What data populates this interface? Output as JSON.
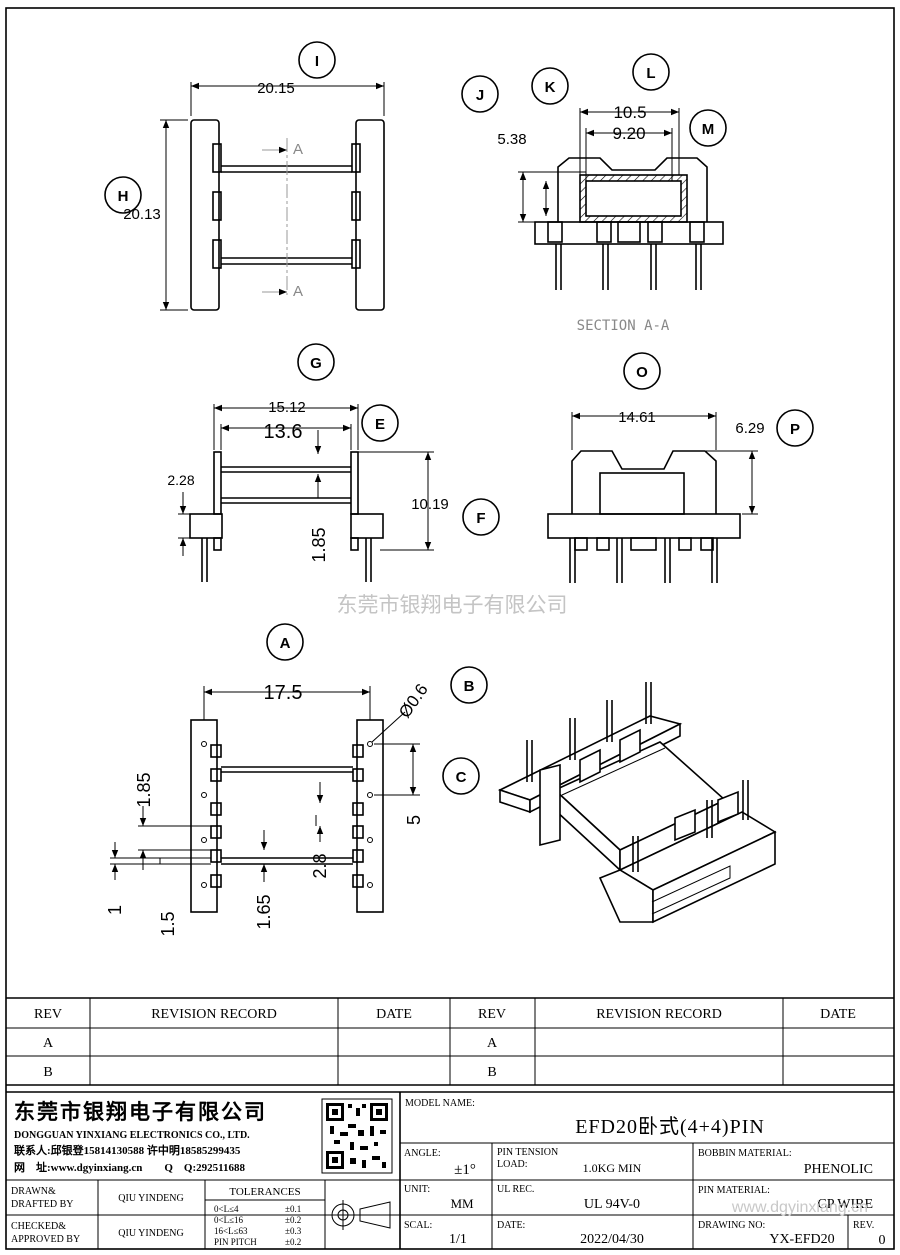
{
  "callouts": {
    "a": "A",
    "b": "B",
    "c": "C",
    "e": "E",
    "f": "F",
    "g": "G",
    "h": "H",
    "i": "I",
    "j": "J",
    "k": "K",
    "l": "L",
    "m": "M",
    "o": "O",
    "p": "P"
  },
  "dims": {
    "top_width": "20.15",
    "top_height": "20.13",
    "section_mark": "A",
    "section_outer": "10.5",
    "section_inner": "9.20",
    "section_height": "5.38",
    "section_label": "SECTION A-A",
    "side_outer": "15.12",
    "side_inner": "13.6",
    "side_pin_offset": "2.28",
    "side_height": "10.19",
    "side_flange": "1.85",
    "front_width": "14.61",
    "front_height": "6.29",
    "bottom_width": "17.5",
    "pin_dia": "Ø0.6",
    "bottom_a": "1.85",
    "bottom_b": "5",
    "bottom_c": "2.8",
    "bottom_d": "1",
    "bottom_e": "1.5",
    "bottom_f": "1.65"
  },
  "watermark": "东莞市银翔电子有限公司",
  "watermark_url": "www.dgyinxiang.cn",
  "revision": {
    "headers": [
      "REV",
      "REVISION RECORD",
      "DATE",
      "REV",
      "REVISION RECORD",
      "DATE"
    ],
    "rows": [
      [
        "A",
        "",
        "",
        "A",
        "",
        ""
      ],
      [
        "B",
        "",
        "",
        "B",
        "",
        ""
      ]
    ]
  },
  "company": {
    "name_cn": "东莞市银翔电子有限公司",
    "name_en": "DONGGUAN YINXIANG ELECTRONICS CO., LTD.",
    "contact": "联系人:邱银登15814130588 许中明18585299435",
    "web": "网　址:www.dgyinxiang.cn　　Q　Q:292511688"
  },
  "title_block": {
    "model_label": "MODEL NAME:",
    "model": "EFD20卧式(4+4)PIN",
    "angle_label": "ANGLE:",
    "angle": "±1°",
    "pin_tension_label": "PIN TENSION",
    "load_label": "LOAD:",
    "load": "1.0KG MIN",
    "bobbin_label": "BOBBIN MATERIAL:",
    "bobbin": "PHENOLIC",
    "unit_label": "UNIT:",
    "unit": "MM",
    "ul_label": "UL REC.",
    "ul": "UL 94V-0",
    "pin_mat_label": "PIN MATERIAL:",
    "pin_mat": "CP WIRE",
    "scale_label": "SCAL:",
    "scale": "1/1",
    "date_label": "DATE:",
    "date": "2022/04/30",
    "drawing_label": "DRAWING NO:",
    "drawing": "YX-EFD20",
    "rev_label": "REV.",
    "rev": "0",
    "drawn_label_1": "DRAWN&",
    "drawn_label_2": "DRAFTED BY",
    "drawn_by": "QIU YINDENG",
    "checked_label_1": "CHECKED&",
    "checked_label_2": "APPROVED BY",
    "checked_by": "QIU YINDENG",
    "tol_title": "TOLERANCES",
    "tolerances": [
      {
        "range": "0<L≤4",
        "val": "±0.1"
      },
      {
        "range": "0<L≤16",
        "val": "±0.2"
      },
      {
        "range": "16<L≤63",
        "val": "±0.3"
      },
      {
        "range": "PIN PITCH",
        "val": "±0.2"
      }
    ]
  }
}
